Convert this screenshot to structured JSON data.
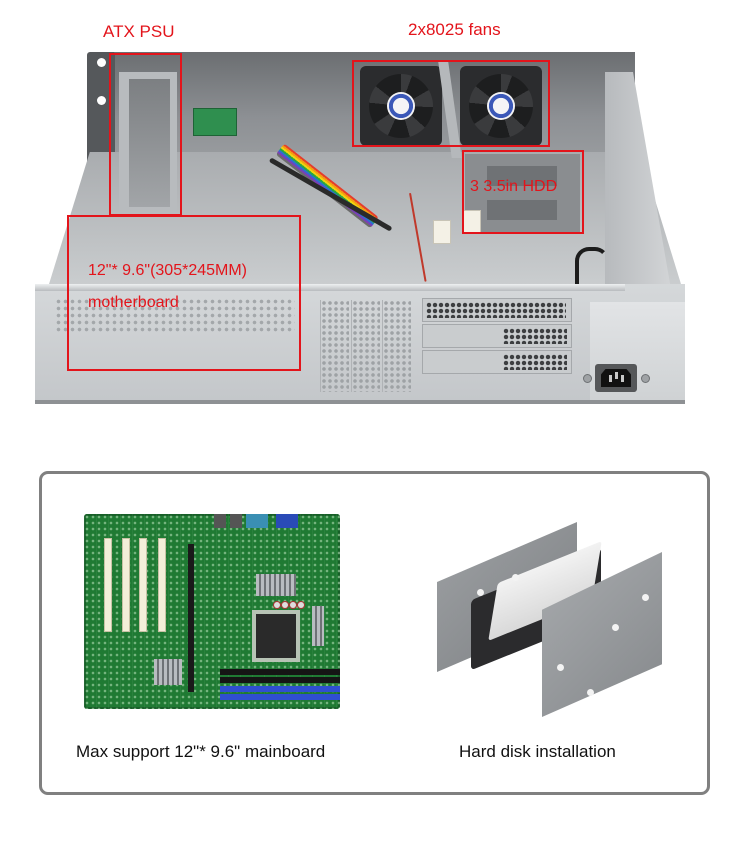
{
  "chassis_diagram": {
    "callouts": {
      "psu": "ATX PSU",
      "fans": "2x8025 fans",
      "hdd": "3  3.5in HDD",
      "motherboard_size": "12\"* 9.6\"(305*245MM)",
      "motherboard": "motherboard"
    },
    "highlight_color": "#e3141b"
  },
  "feature_panel": {
    "items": [
      {
        "image": "motherboard-photo",
        "caption": "Max support 12\"* 9.6\" mainboard"
      },
      {
        "image": "hdd-cage-photo",
        "caption": "Hard disk installation"
      }
    ],
    "border_color": "#808080"
  }
}
